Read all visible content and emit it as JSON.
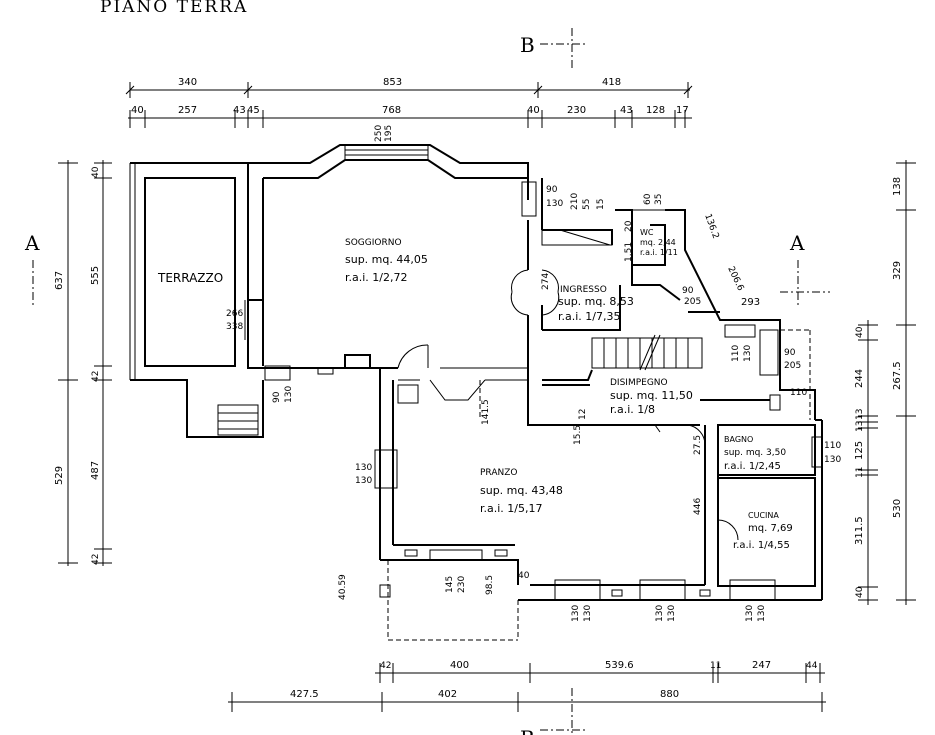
{
  "title": "PIANO TERRA",
  "section_marks": {
    "b_top": "B",
    "b_bottom": "B",
    "a_left": "A",
    "a_right": "A"
  },
  "rooms": {
    "terrazzo": {
      "name": "TERRAZZO"
    },
    "soggiorno": {
      "name": "SOGGIORNO",
      "area": "sup. mq. 44,05",
      "rai": "r.a.i.   1/2,72"
    },
    "ingresso": {
      "name": "INGRESSO",
      "area": "sup. mq. 8,53",
      "rai": "r.a.i.  1/7,35"
    },
    "wc": {
      "name": "WC",
      "area": "mq. 2,44",
      "rai": "r.a.i. 1/11"
    },
    "disimpegno": {
      "name": "DISIMPEGNO",
      "area": "sup. mq. 11,50",
      "rai": "r.a.i.  1/8"
    },
    "bagno": {
      "name": "BAGNO",
      "area": "sup. mq. 3,50",
      "rai": "r.a.i.  1/2,45"
    },
    "pranzo": {
      "name": "PRANZO",
      "area": "sup. mq. 43,48",
      "rai": "r.a.i.  1/5,17"
    },
    "cucina": {
      "name": "CUCINA",
      "area": "mq. 7,69",
      "rai": "r.a.i. 1/4,55"
    }
  },
  "dims_top_row1": [
    "340",
    "853",
    "418"
  ],
  "dims_top_row2": [
    "40",
    "257",
    "43",
    "45",
    "768",
    "40",
    "230",
    "43",
    "128",
    "17"
  ],
  "dims_left_outer": [
    "637",
    "529"
  ],
  "dims_left_inner": [
    "40",
    "555",
    "42",
    "487",
    "42"
  ],
  "dims_right_outer": [
    "138",
    "329",
    "267.5",
    "530"
  ],
  "dims_right_inner": [
    "40",
    "244",
    "13",
    "13",
    "125",
    "11",
    "311.5",
    "40"
  ],
  "dims_bottom_row1": [
    "42",
    "400",
    "539.6",
    "11",
    "247",
    "44"
  ],
  "dims_bottom_row2": [
    "427.5",
    "402",
    "880"
  ],
  "window_labels": {
    "w_sogg_top_a": "250",
    "w_sogg_top_b": "195",
    "w_sogg_right_a": "90",
    "w_sogg_right_b": "130",
    "w_ingr_a": "210",
    "w_ingr_b": "55",
    "w_ingr_c": "15",
    "w_wc_a": "60",
    "w_wc_b": "35",
    "w_wc_c": "20",
    "w_wc_d": "1.51",
    "w_diag_a": "136.2",
    "w_diag_b": "206.6",
    "w_diag_c": "293",
    "w_door_ing_a": "90",
    "w_door_ing_b": "205",
    "w_274": "274",
    "w_terr_a": "266",
    "w_terr_b": "338",
    "w_sogg_bot_a": "90",
    "w_sogg_bot_b": "130",
    "w_dis_a": "110",
    "w_dis_b": "130",
    "w_dis_c": "90",
    "w_dis_d": "205",
    "w_dis_e": "110",
    "w_141": "141.5",
    "w_12": "12",
    "w_155": "15.5",
    "w_275": "27.5",
    "w_bagno_a": "110",
    "w_bagno_b": "130",
    "w_pr_left_a": "130",
    "w_pr_left_b": "130",
    "w_446": "446",
    "w_pr_bot_a": "145",
    "w_pr_bot_b": "230",
    "w_985": "98.5",
    "w_40b": "40",
    "w_4059": "40.59",
    "w_b1a": "130",
    "w_b1b": "130",
    "w_b2a": "130",
    "w_b2b": "130",
    "w_b3a": "130",
    "w_b3b": "130"
  }
}
